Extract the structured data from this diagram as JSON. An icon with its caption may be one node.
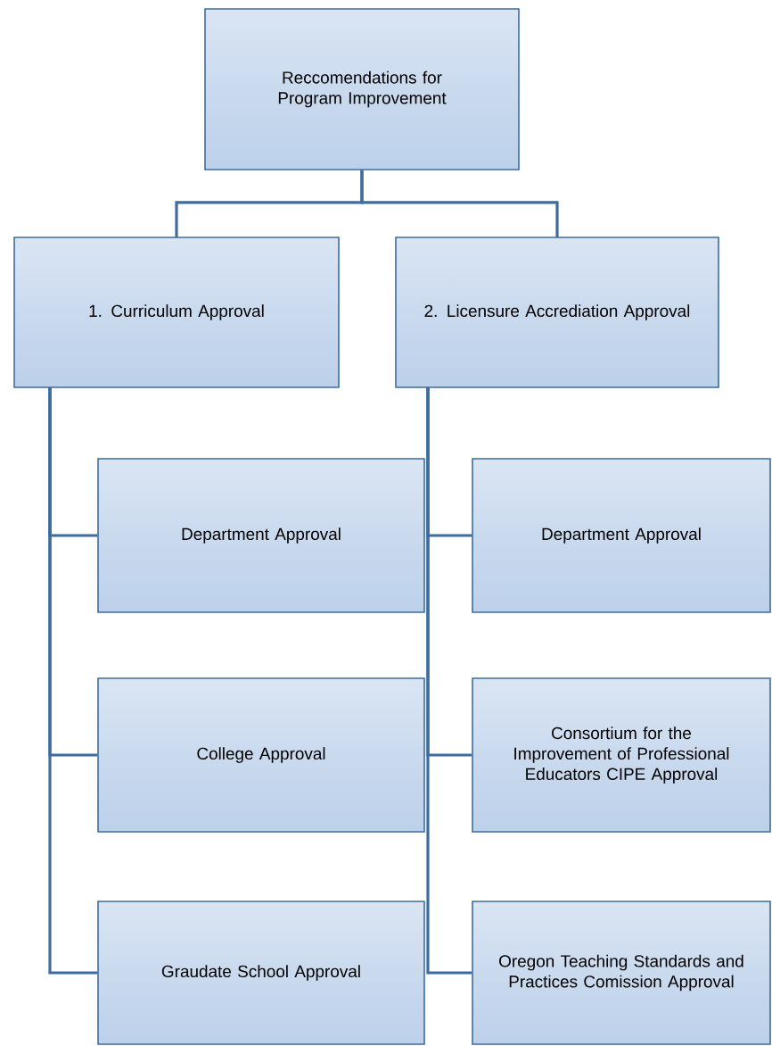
{
  "diagram": {
    "nodes": [
      {
        "text": [
          "Reccomendations for Program Improvement"
        ]
      },
      {
        "text": [
          "1. Curriculum Approval"
        ]
      },
      {
        "text": [
          "2. Licensure Accrediation Approval"
        ]
      },
      {
        "text": [
          "Department Approval"
        ]
      },
      {
        "text": [
          "College Approval"
        ]
      },
      {
        "text": [
          "Graudate School Approval"
        ]
      },
      {
        "text": [
          "Department Approval"
        ]
      },
      {
        "text": [
          "Consortium for the Improvement of Professional Educators CIPE Approval"
        ]
      },
      {
        "text": [
          "Oregon Teaching Standards and Practices Comission Approval"
        ]
      }
    ],
    "edges": [
      {
        "from": 0,
        "to": 1,
        "arrow": "none"
      },
      {
        "from": 0,
        "to": 2,
        "arrow": "none"
      },
      {
        "from": 1,
        "to": 3,
        "arrow": "none"
      },
      {
        "from": 1,
        "to": 4,
        "arrow": "none"
      },
      {
        "from": 1,
        "to": 5,
        "arrow": "none"
      },
      {
        "from": 2,
        "to": 6,
        "arrow": "none"
      },
      {
        "from": 2,
        "to": 7,
        "arrow": "none"
      },
      {
        "from": 2,
        "to": 8,
        "arrow": "none"
      }
    ]
  }
}
